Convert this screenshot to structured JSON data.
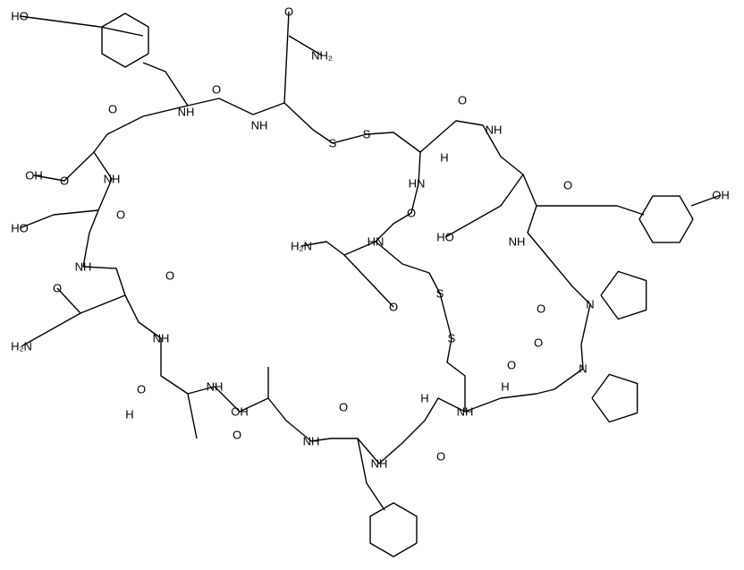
{
  "title": "Cyclic peptide structure",
  "labels": [
    "HO",
    "O",
    "NH₂",
    "O",
    "NH",
    "O",
    "NH",
    "S",
    "S",
    "O",
    "NH",
    "OH",
    "O",
    "NH",
    "H",
    "HN",
    "O",
    "O",
    "OH",
    "HO",
    "O",
    "NH",
    "O",
    "HN",
    "H₂N",
    "O",
    "NH",
    "O",
    "N",
    "O",
    "H₂N",
    "NH",
    "S",
    "S",
    "O",
    "O",
    "N",
    "O",
    "H",
    "NH",
    "OH",
    "O",
    "H",
    "NH",
    "NH",
    "O",
    "NH",
    "O",
    "HO",
    "H"
  ]
}
